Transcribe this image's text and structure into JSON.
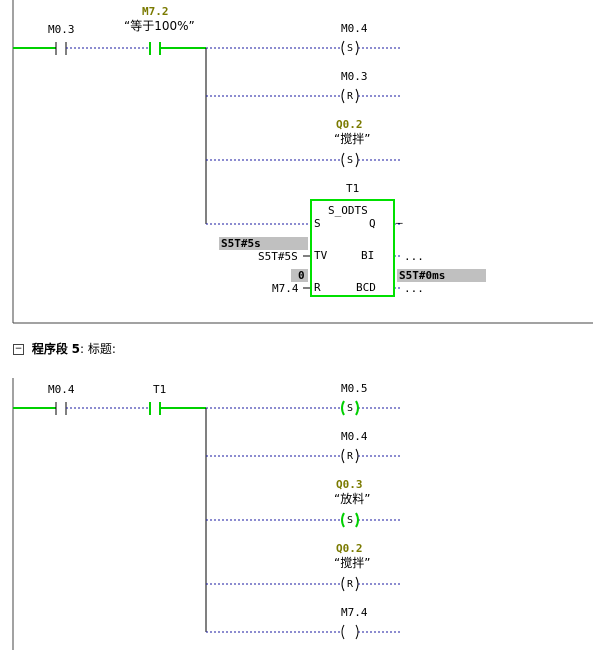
{
  "network4": {
    "contact1": {
      "addr": "M0.3"
    },
    "contact2": {
      "addr": "M7.2",
      "sym": "“等于100%”"
    },
    "coil_set_m04": {
      "addr": "M0.4",
      "type": "S"
    },
    "coil_reset_m03": {
      "addr": "M0.3",
      "type": "R"
    },
    "coil_set_q02": {
      "addr": "Q0.2",
      "sym": "“搅拌”",
      "type": "S"
    },
    "timer": {
      "name": "T1",
      "func": "S_ODTS",
      "pin_s": "S",
      "pin_q": "Q",
      "pin_tv": "TV",
      "pin_bi": "BI",
      "pin_r": "R",
      "pin_bcd": "BCD",
      "tv_value": "S5T#5s",
      "tv_param": "S5T#5S",
      "r_value": "0",
      "r_param": "M7.4",
      "bcd_value": "S5T#0ms",
      "q_out": "–",
      "bi_out": "...",
      "bcd_out": "..."
    }
  },
  "network5": {
    "header_prefix": "程序段",
    "header_number": "5",
    "header_suffix": ": 标题:",
    "contact1": {
      "addr": "M0.4"
    },
    "contact2": {
      "addr": "T1"
    },
    "coil_set_m05": {
      "addr": "M0.5",
      "type": "S"
    },
    "coil_reset_m04": {
      "addr": "M0.4",
      "type": "R"
    },
    "coil_set_q03": {
      "addr": "Q0.3",
      "sym": "“放料”",
      "type": "S"
    },
    "coil_reset_q02": {
      "addr": "Q0.2",
      "sym": "“搅拌”",
      "type": "R"
    },
    "coil_m74": {
      "addr": "M7.4",
      "type": ""
    }
  },
  "colors": {
    "power_flow": "#00d000",
    "address_symbol": "#7a7a00",
    "highlight": "#c0c0c0",
    "wire": "#1a1aa0"
  }
}
